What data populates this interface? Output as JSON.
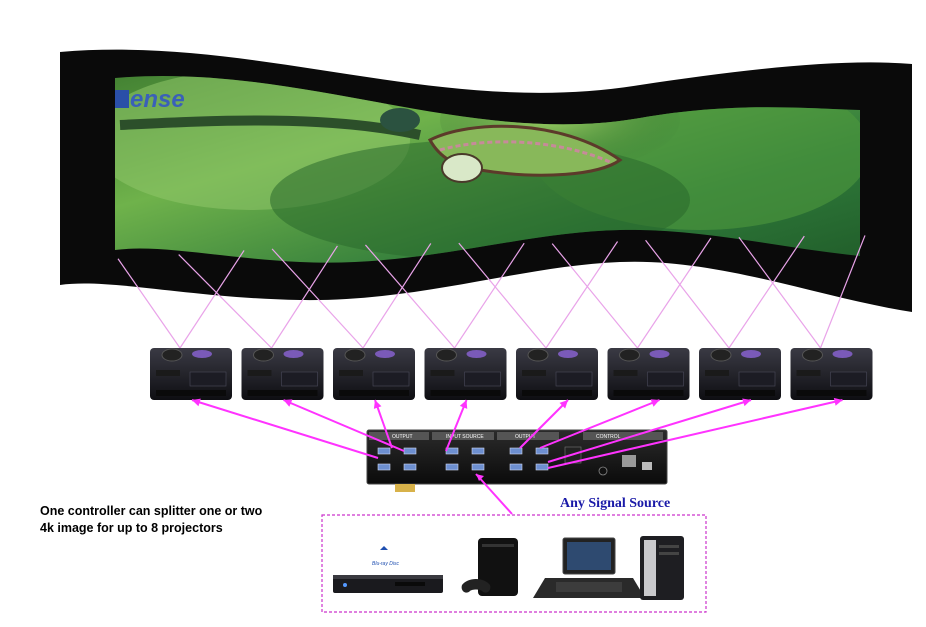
{
  "screen": {
    "logo_text": "ense"
  },
  "controller": {
    "sections": [
      "OUTPUT",
      "INPUT SOURCE",
      "OUTPUT",
      "CONTROL"
    ]
  },
  "caption": {
    "line1": "One controller can splitter one or two",
    "line2": "4k image for up to 8 projectors"
  },
  "source_label": "Any Signal Source",
  "devices": [
    "blu-ray-player",
    "game-console",
    "laptop",
    "pc-tower"
  ],
  "bluray_logo": "Blu-ray Disc",
  "projector_count": 8,
  "colors": {
    "link_lines": "#ff33ff",
    "beam_lines": "#e9a3e9",
    "source_box_border": "#cc33cc",
    "source_label": "#1a1aa8",
    "screen_frame": "#0a0a0a"
  }
}
